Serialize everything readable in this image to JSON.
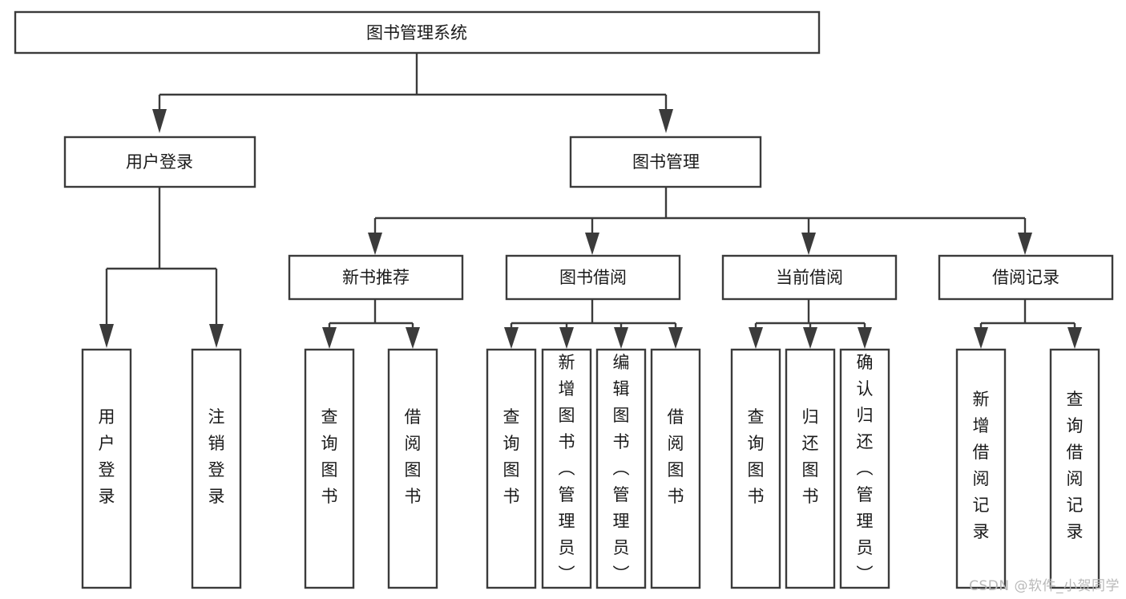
{
  "diagram": {
    "kind": "tree-hierarchy-diagram",
    "title": "图书管理系统",
    "colors": {
      "background": "#ffffff",
      "box_fill": "#ffffff",
      "box_stroke": "#3b3b3b",
      "connector": "#3b3b3b",
      "label_text": "#1a1a1a",
      "watermark_text": "#b9b9b9"
    },
    "root": {
      "label": "图书管理系统"
    },
    "level1": [
      {
        "label": "用户登录"
      },
      {
        "label": "图书管理"
      }
    ],
    "level2": [
      {
        "label": "新书推荐"
      },
      {
        "label": "图书借阅"
      },
      {
        "label": "当前借阅"
      },
      {
        "label": "借阅记录"
      }
    ],
    "leaves": {
      "user_login": [
        {
          "label": "用户登录"
        },
        {
          "label": "注销登录"
        }
      ],
      "new_book_recommend": [
        {
          "label": "查询图书"
        },
        {
          "label": "借阅图书"
        }
      ],
      "book_borrow": [
        {
          "label": "查询图书"
        },
        {
          "label": "新增图书（管理员）"
        },
        {
          "label": "编辑图书（管理员）"
        },
        {
          "label": "借阅图书"
        }
      ],
      "current_borrow": [
        {
          "label": "查询图书"
        },
        {
          "label": "归还图书"
        },
        {
          "label": "确认归还（管理员）"
        }
      ],
      "borrow_records": [
        {
          "label": "新增借阅记录"
        },
        {
          "label": "查询借阅记录"
        }
      ]
    },
    "watermark": "CSDN @软件_小贺同学"
  }
}
